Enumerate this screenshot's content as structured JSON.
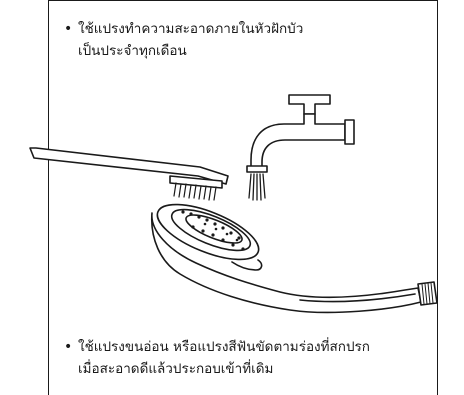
{
  "instructions": {
    "top_bullet": {
      "line1": "ใช้แปรงทำความสะอาดภายในหัวฝักบัว",
      "line2": "เป็นประจำทุกเดือน"
    },
    "bottom_bullet": {
      "line1": "ใช้แปรงขนอ่อน หรือแปรงสีฟันขัดตามร่องที่สกปรก",
      "line2": "เมื่อสะอาดดีแล้วประกอบเข้าที่เดิม"
    },
    "bullet_glyph": "•"
  },
  "colors": {
    "ink": "#1a1a1a",
    "paper": "#ffffff"
  }
}
